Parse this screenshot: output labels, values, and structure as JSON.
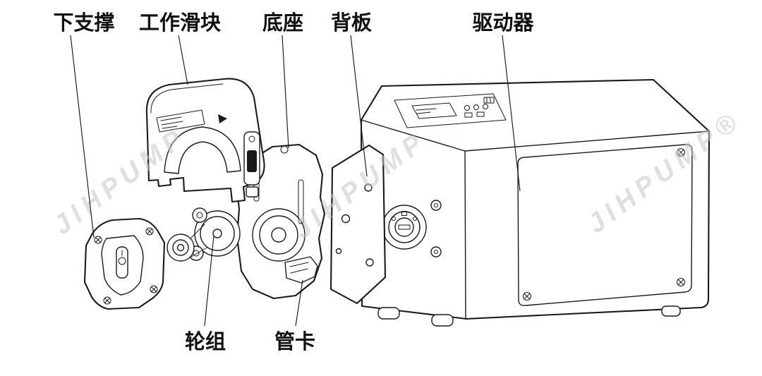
{
  "diagram": {
    "labels": {
      "lower_support": "下支撑",
      "work_slider": "工作滑块",
      "base": "底座",
      "back_plate": "背板",
      "driver": "驱动器",
      "wheel_set": "轮组",
      "tube_clamp": "管卡"
    },
    "watermark": "JIHPUMP",
    "watermark_registered": "JIHPUMP®",
    "colors": {
      "line": "#1a1a1a",
      "watermark": "#c6c6c6",
      "background": "#ffffff"
    }
  }
}
